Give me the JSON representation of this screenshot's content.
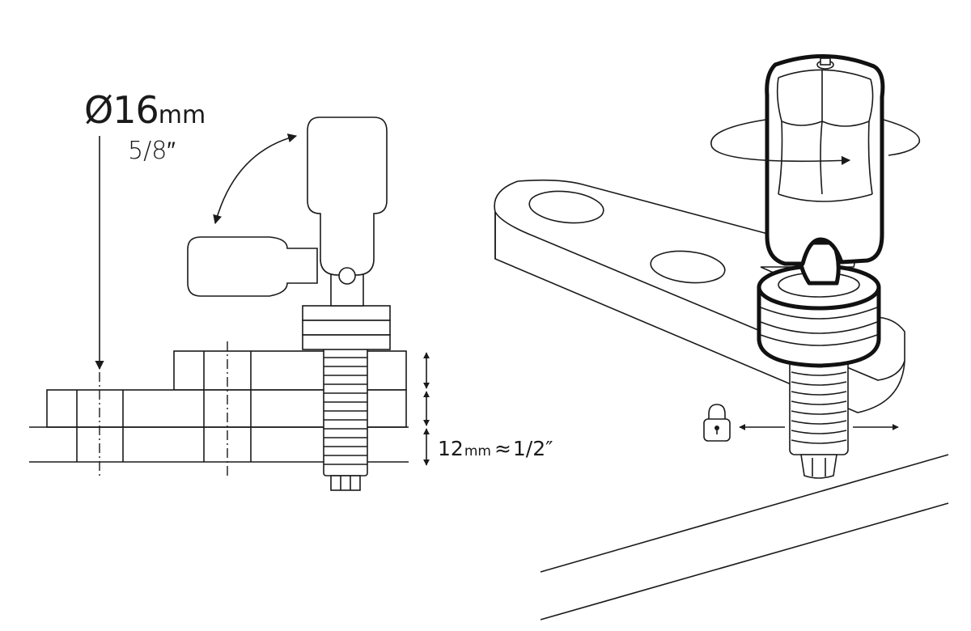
{
  "labels": {
    "diameter_symbol": "Ø",
    "diameter_value": "16",
    "diameter_unit": "mm",
    "diameter_imperial": "5/8″",
    "thickness_value": "12",
    "thickness_unit": "mm",
    "thickness_approx": "≈",
    "thickness_imperial": "1/2″"
  },
  "icons": {
    "lock": "padlock-icon",
    "rotate_arrow": "rotation-arrow-icon",
    "fold_arrow": "curved-double-arrow-icon"
  },
  "colors": {
    "ink": "#1a1a1a",
    "background": "#ffffff"
  }
}
